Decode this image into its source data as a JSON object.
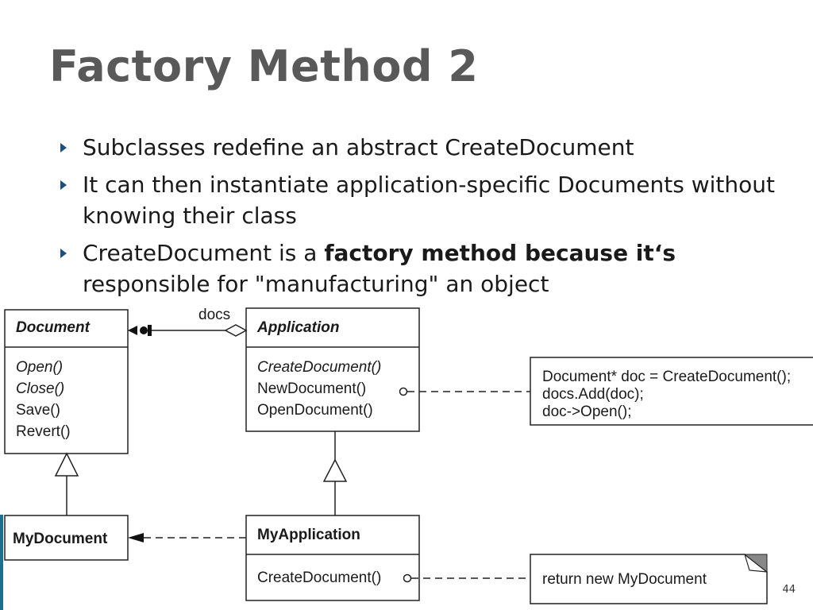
{
  "title": "Factory Method 2",
  "bullets": [
    {
      "text": "Subclasses redefine an abstract CreateDocument"
    },
    {
      "text": "It can then instantiate application-specific Documents without knowing their class"
    },
    {
      "pre": "CreateDocument is a ",
      "bold": "factory method because it‘s",
      "post": " responsible for \"manufacturing\" an object"
    }
  ],
  "diagram": {
    "association_label": "docs",
    "document": {
      "name": "Document",
      "methods": [
        "Open()",
        "Close()",
        "Save()",
        "Revert()"
      ]
    },
    "application": {
      "name": "Application",
      "methods": [
        "CreateDocument()",
        "NewDocument()",
        "OpenDocument()"
      ]
    },
    "my_document": {
      "name": "MyDocument"
    },
    "my_application": {
      "name": "MyApplication",
      "methods": [
        "CreateDocument()"
      ]
    },
    "note_new_document": [
      "Document* doc = CreateDocument();",
      "docs.Add(doc);",
      "doc->Open();"
    ],
    "note_create_document": "return new MyDocument"
  },
  "page_number": "44",
  "colors": {
    "title": "#595959",
    "bullet_marker": "#1f4e79",
    "accent_bar": "#1f6f8b"
  }
}
